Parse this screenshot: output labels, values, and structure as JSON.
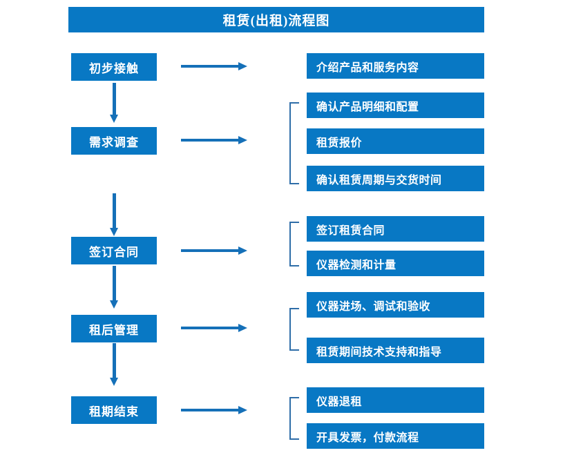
{
  "chart_data": {
    "type": "diagram",
    "title": "租赁(出租)流程图",
    "diagram_kind": "flowchart",
    "orientation": "vertical-stages-with-right-detail-groups",
    "stages": [
      {
        "label": "初步接触",
        "details": [
          "介绍产品和服务内容"
        ],
        "bracketed": false
      },
      {
        "label": "需求调查",
        "details": [
          "确认产品明细和配置",
          "租赁报价",
          "确认租赁周期与交货时间"
        ],
        "bracketed": true
      },
      {
        "label": "签订合同",
        "details": [
          "签订租赁合同",
          "仪器检测和计量"
        ],
        "bracketed": true
      },
      {
        "label": "租后管理",
        "details": [
          "仪器进场、调试和验收",
          "租赁期间技术支持和指导"
        ],
        "bracketed": true
      },
      {
        "label": "租期结束",
        "details": [
          "仪器退租",
          "开具发票，付款流程"
        ],
        "bracketed": true
      }
    ]
  },
  "title": {
    "text": "租赁(出租)流程图"
  },
  "stages": [
    {
      "label": "初步接触"
    },
    {
      "label": "需求调查"
    },
    {
      "label": "签订合同"
    },
    {
      "label": "租后管理"
    },
    {
      "label": "租期结束"
    }
  ],
  "details": [
    {
      "label": "介绍产品和服务内容"
    },
    {
      "label": "确认产品明细和配置"
    },
    {
      "label": "租赁报价"
    },
    {
      "label": "确认租赁周期与交货时间"
    },
    {
      "label": "签订租赁合同"
    },
    {
      "label": "仪器检测和计量"
    },
    {
      "label": "仪器进场、调试和验收"
    },
    {
      "label": "租赁期间技术支持和指导"
    },
    {
      "label": "仪器退租"
    },
    {
      "label": "开具发票，付款流程"
    }
  ],
  "colors": {
    "box_fill": "#0878C4",
    "box_text": "#FFFFFF",
    "arrow": "#1570B8",
    "bracket": "#2E6DA8",
    "background": "#FFFFFF"
  }
}
